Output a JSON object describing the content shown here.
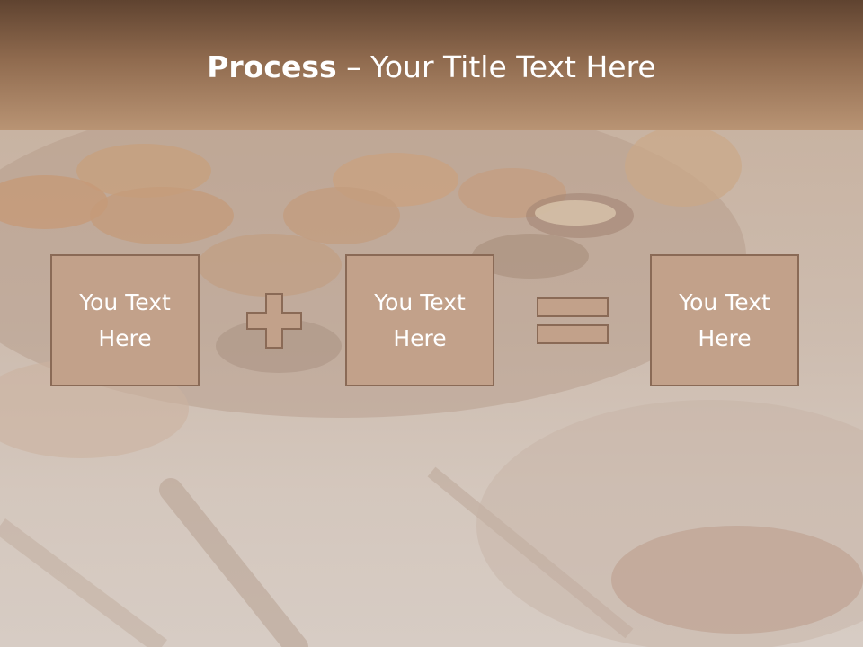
{
  "slide": {
    "title_bold": "Process",
    "title_dash": " – ",
    "title_rest": "Your Title Text Here"
  },
  "boxes": [
    {
      "text": "You Text Here"
    },
    {
      "text": "You Text Here"
    },
    {
      "text": "You Text Here"
    }
  ],
  "operators": [
    "plus-icon",
    "equals-icon"
  ],
  "colors": {
    "header_top": "#5f4330",
    "header_bottom": "#b99474",
    "box_fill": "#c2a18a",
    "box_border": "#8a6a56",
    "text": "#ffffff"
  }
}
